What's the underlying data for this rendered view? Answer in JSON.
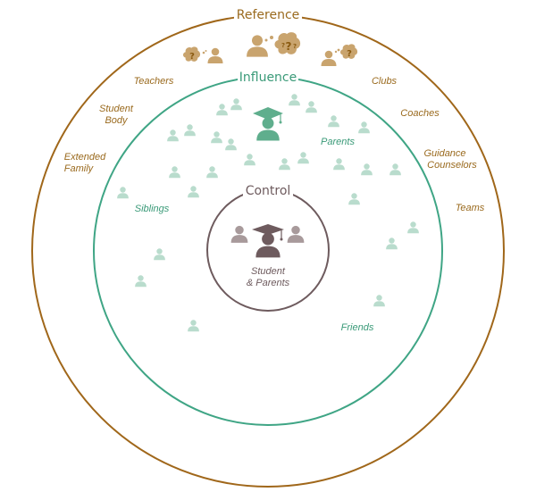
{
  "circles": {
    "reference": {
      "title": "Reference",
      "color": "#a0671a"
    },
    "influence": {
      "title": "Influence",
      "color": "#3fa585"
    },
    "control": {
      "title": "Control",
      "color": "#6e5b5e"
    }
  },
  "reference_labels": [
    "Teachers",
    "Student",
    "Body",
    "Extended",
    "Family",
    "Clubs",
    "Coaches",
    "Guidance",
    "Counselors",
    "Teams"
  ],
  "influence_labels": {
    "parents": "Parents",
    "siblings": "Siblings",
    "friends": "Friends"
  },
  "control_label": {
    "line1": "Student",
    "line2": "& Parents"
  },
  "question_mark": "?"
}
